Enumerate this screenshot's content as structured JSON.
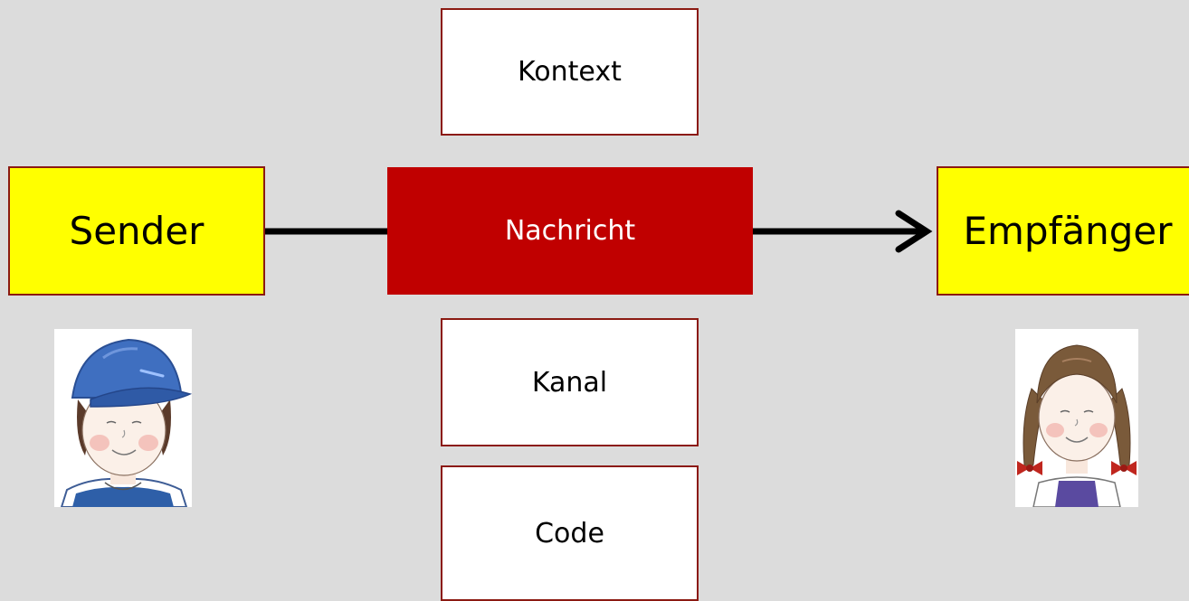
{
  "diagram": {
    "nodes": {
      "kontext": "Kontext",
      "sender": "Sender",
      "nachricht": "Nachricht",
      "empfaenger": "Empfänger",
      "kanal": "Kanal",
      "code": "Code"
    },
    "edges": [
      {
        "from": "sender",
        "to": "nachricht",
        "style": "line"
      },
      {
        "from": "nachricht",
        "to": "empfaenger",
        "style": "arrow"
      }
    ],
    "colors": {
      "background": "#dcdcdc",
      "sender_receiver_fill": "#ffff00",
      "message_fill": "#c00000",
      "border": "#8b1a12",
      "arrow": "#000000"
    },
    "images": {
      "sender": "boy-with-blue-cap-illustration",
      "receiver": "girl-with-braids-illustration"
    }
  }
}
